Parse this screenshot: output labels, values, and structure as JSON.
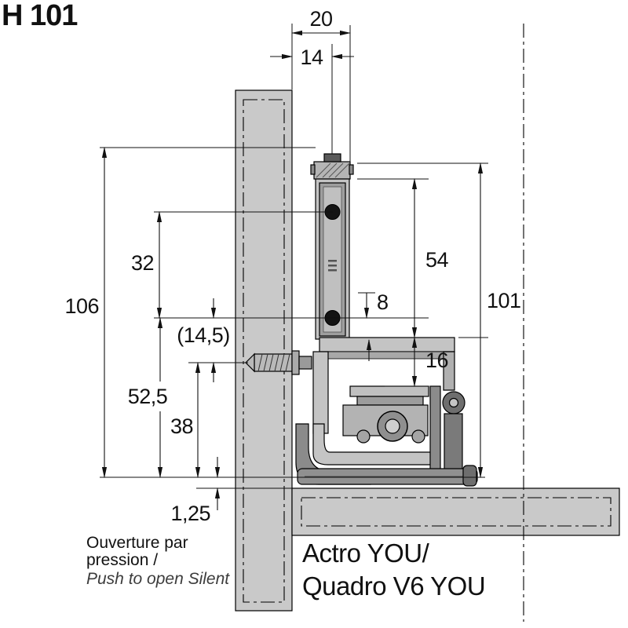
{
  "title": "H 101",
  "dims": {
    "d20": "20",
    "d14": "14",
    "d106": "106",
    "d32": "32",
    "d145": "(14,5)",
    "d525": "52,5",
    "d38": "38",
    "d125": "1,25",
    "d54": "54",
    "d8": "8",
    "d101": "101",
    "d16": "16"
  },
  "notes": {
    "fr1": "Ouverture par",
    "fr2": "pression /",
    "en": "Push to open Silent"
  },
  "product": {
    "line1": "Actro YOU/",
    "line2": "Quadro V6 YOU"
  },
  "colors": {
    "panel": "#c9c9c9",
    "metal_light": "#c4c4c4",
    "metal_mid": "#9e9e9e",
    "metal_dark": "#6e6e6e",
    "line": "#000000"
  }
}
